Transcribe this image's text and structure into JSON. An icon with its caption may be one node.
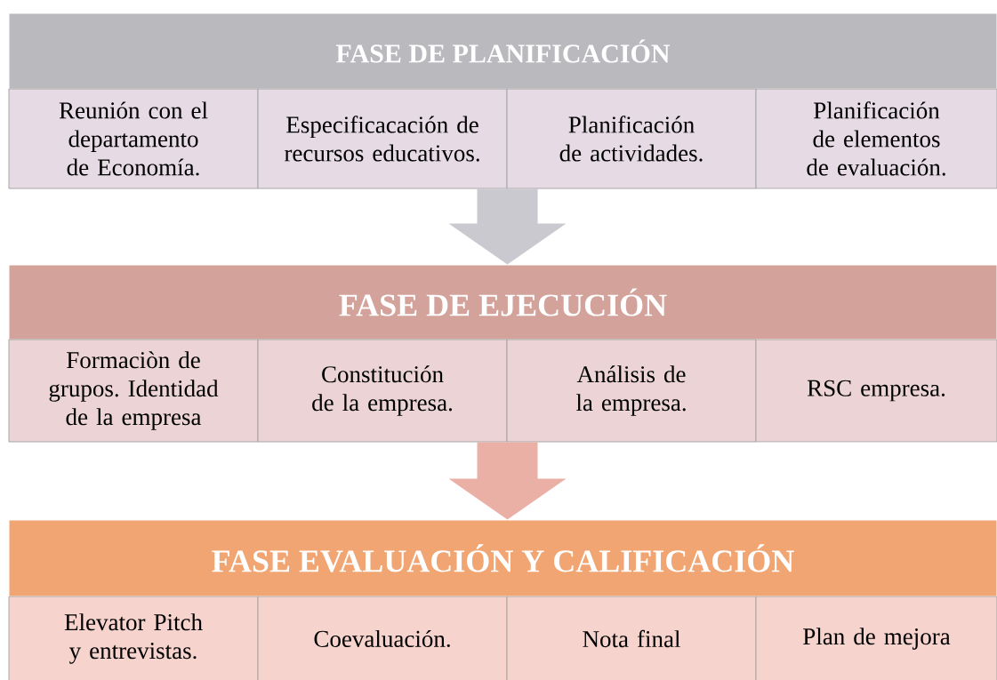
{
  "diagram": {
    "nodes": [
      {
        "text": [
          "FASE DE PLANIFICACIÓN"
        ]
      },
      {
        "text": [
          "Reunión con el departamento de Economía."
        ]
      },
      {
        "text": [
          "Especificacación de recursos educativos."
        ]
      },
      {
        "text": [
          "Planificación de actividades."
        ]
      },
      {
        "text": [
          "Planificación de elementos de evaluación."
        ]
      },
      {
        "text": [
          "FASE DE EJECUCIÓN"
        ]
      },
      {
        "text": [
          "Formaciòn de grupos. Identidad de la empresa"
        ]
      },
      {
        "text": [
          "Constitución de la empresa."
        ]
      },
      {
        "text": [
          "Análisis de la empresa."
        ]
      },
      {
        "text": [
          "RSC empresa."
        ]
      },
      {
        "text": [
          "FASE EVALUACIÓN Y CALIFICACIÓN"
        ]
      },
      {
        "text": [
          "Elevator Pitch y entrevistas."
        ]
      },
      {
        "text": [
          "Coevaluación."
        ]
      },
      {
        "text": [
          "Nota final"
        ]
      },
      {
        "text": [
          "Plan de mejora"
        ]
      }
    ],
    "edges": [
      {
        "from": 2,
        "to": 5,
        "arrow": "to",
        "color": "#c9c9cf"
      },
      {
        "from": 7,
        "to": 10,
        "arrow": "to",
        "color": "#eab0a6"
      }
    ]
  }
}
